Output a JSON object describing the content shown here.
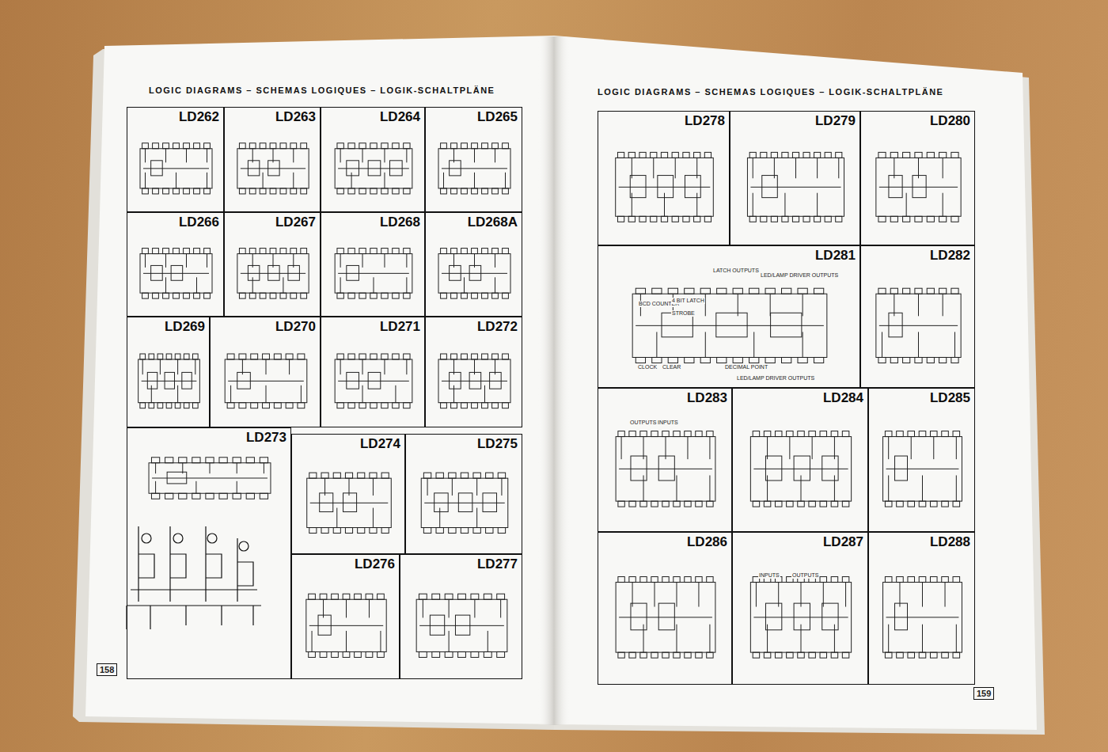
{
  "diagram": {
    "title": "LOGIC DIAGRAMS – SCHEMAS LOGIQUES – LOGIK-SCHALTPLÄNE",
    "nodes": [
      {
        "text": [
          "LD262"
        ]
      },
      {
        "text": [
          "LD263"
        ]
      },
      {
        "text": [
          "LD264"
        ]
      },
      {
        "text": [
          "LD265"
        ]
      },
      {
        "text": [
          "LD266"
        ]
      },
      {
        "text": [
          "LD267"
        ]
      },
      {
        "text": [
          "LD268"
        ]
      },
      {
        "text": [
          "LD268A"
        ]
      },
      {
        "text": [
          "LD269"
        ]
      },
      {
        "text": [
          "LD270"
        ]
      },
      {
        "text": [
          "LD271"
        ]
      },
      {
        "text": [
          "LD272"
        ]
      },
      {
        "text": [
          "LD273"
        ]
      },
      {
        "text": [
          "LD274"
        ]
      },
      {
        "text": [
          "LD275"
        ]
      },
      {
        "text": [
          "LD276"
        ]
      },
      {
        "text": [
          "LD277"
        ]
      },
      {
        "text": [
          "LD278"
        ]
      },
      {
        "text": [
          "LD279"
        ]
      },
      {
        "text": [
          "LD280"
        ]
      },
      {
        "text": [
          "LD281"
        ]
      },
      {
        "text": [
          "LD282"
        ]
      },
      {
        "text": [
          "LD283"
        ]
      },
      {
        "text": [
          "LD284"
        ]
      },
      {
        "text": [
          "LD285"
        ]
      },
      {
        "text": [
          "LD286"
        ]
      },
      {
        "text": [
          "LD287"
        ]
      },
      {
        "text": [
          "LD288"
        ]
      }
    ],
    "labels": [
      "LOGIC DIAGRAMS – SCHEMAS LOGIQUES – LOGIK-SCHALTPLÄNE",
      "158",
      "159",
      "LATCH OUTPUTS",
      "LED/LAMP DRIVER OUTPUTS",
      "BCD COUNTER",
      "4 BIT LATCH",
      "STROBE",
      "CLOCK",
      "CLEAR",
      "DECIMAL POINT",
      "LED/LAMP DRIVER OUTPUTS",
      "OUTPUTS",
      "INPUTS",
      "INPUTS",
      "OUTPUTS"
    ]
  }
}
